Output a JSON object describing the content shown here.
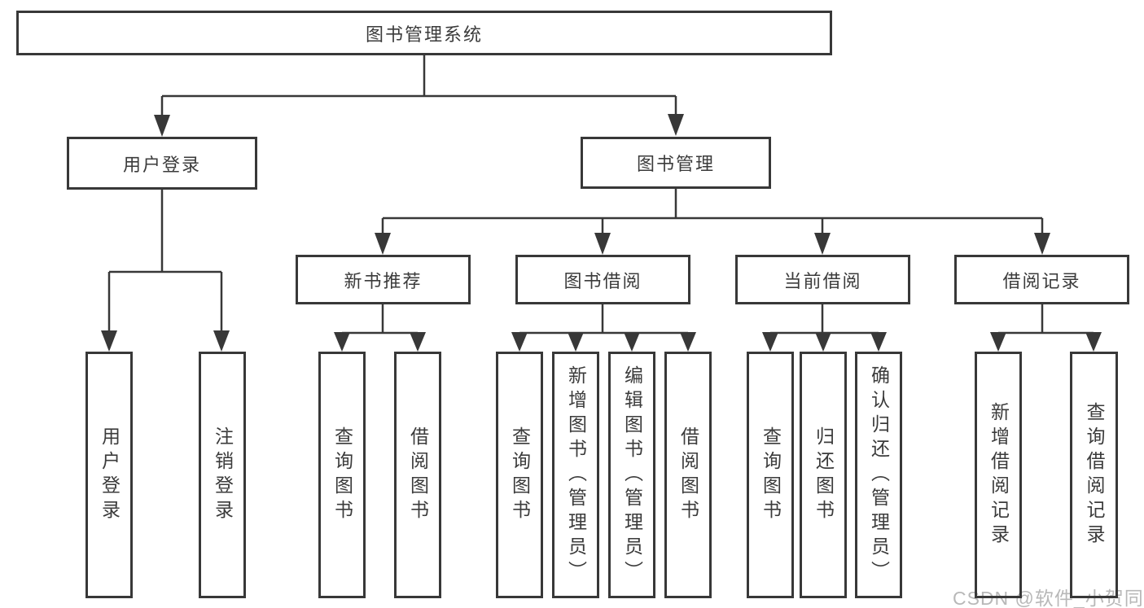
{
  "tree": {
    "root": "图书管理系统",
    "branches": [
      {
        "label": "用户登录",
        "children": [
          {
            "label": "用户登录"
          },
          {
            "label": "注销登录"
          }
        ]
      },
      {
        "label": "图书管理",
        "children": [
          {
            "label": "新书推荐",
            "children": [
              {
                "label": "查询图书"
              },
              {
                "label": "借阅图书"
              }
            ]
          },
          {
            "label": "图书借阅",
            "children": [
              {
                "label": "查询图书"
              },
              {
                "label": "新增图书（管理员）"
              },
              {
                "label": "编辑图书（管理员）"
              },
              {
                "label": "借阅图书"
              }
            ]
          },
          {
            "label": "当前借阅",
            "children": [
              {
                "label": "查询图书"
              },
              {
                "label": "归还图书"
              },
              {
                "label": "确认归还（管理员）"
              }
            ]
          },
          {
            "label": "借阅记录",
            "children": [
              {
                "label": "新增借阅记录"
              },
              {
                "label": "查询借阅记录"
              }
            ]
          }
        ]
      }
    ]
  },
  "watermark": "CSDN @软件_小贺同学",
  "colors": {
    "line": "#383838",
    "box_border": "#383838",
    "text": "#3b3b3b",
    "watermark": "#b8b8b8",
    "background": "#ffffff"
  }
}
